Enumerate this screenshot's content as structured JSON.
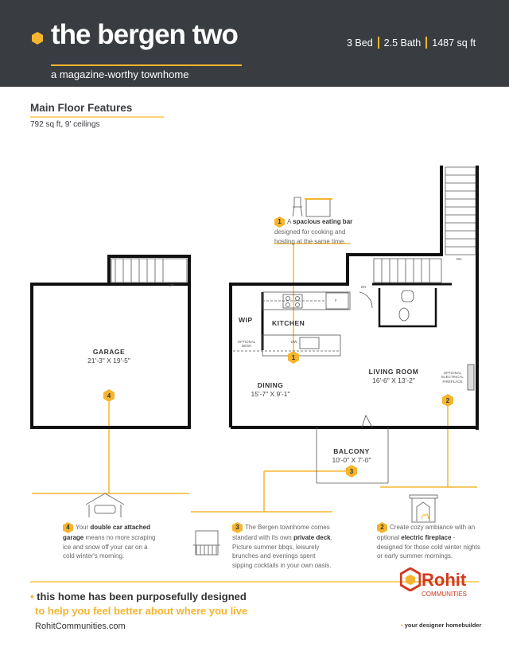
{
  "header": {
    "title": "the bergen two",
    "subtitle": "a magazine-worthy townhome",
    "beds": "3 Bed",
    "baths": "2.5 Bath",
    "area": "1487 sq ft"
  },
  "section": {
    "title": "Main Floor Features",
    "subtitle": "792 sq ft, 9' ceilings"
  },
  "plan": {
    "garage": {
      "name": "GARAGE",
      "dims": "21'-3\" X 19'-5\"",
      "up": "UP"
    },
    "kitchen": "KITCHEN",
    "wip": "WIP",
    "optional_desk": "OPTIONAL DESK",
    "dw": "DW",
    "fridge": "F",
    "dining": {
      "name": "DINING",
      "dims": "15'-7\" X 9'-1\""
    },
    "living": {
      "name": "LIVING ROOM",
      "dims": "16'-6\" X 13'-2\""
    },
    "balcony": {
      "name": "BALCONY",
      "dims": "10'-0\" X 7'-0\""
    },
    "fireplace": "OPTIONAL ELECTRICAL FIREPLACE",
    "dn": "DN"
  },
  "features": [
    {
      "num": "1",
      "pre": "A ",
      "bold": "spacious eating bar",
      "post": " designed for cooking and hosting at the same time."
    },
    {
      "num": "2",
      "pre": "Create cozy ambiance with an optional ",
      "bold": "electric fireplace",
      "post": " - designed for those cold winter nights or early summer mornings."
    },
    {
      "num": "3",
      "pre": "The Bergen townhome comes standard with its own ",
      "bold": "private deck",
      "post": ". Picture summer bbqs, leisurely brunches and evenings spent sipping cocktails in your own oasis."
    },
    {
      "num": "4",
      "pre": "Your ",
      "bold": "double car attached garage",
      "post": " means no more scraping ice and snow off your car on a cold winter's morning."
    }
  ],
  "footer": {
    "tagline1": "this home has been purposefully designed",
    "tagline2": "to help you feel better about where you live",
    "url": "RohitCommunities.com",
    "logo_name": "Rohit",
    "logo_sub": "COMMUNITIES",
    "logo_tag": "your designer homebuilder"
  },
  "colors": {
    "accent": "#f5b52e",
    "header": "#393c40",
    "brand": "#d2391e"
  }
}
